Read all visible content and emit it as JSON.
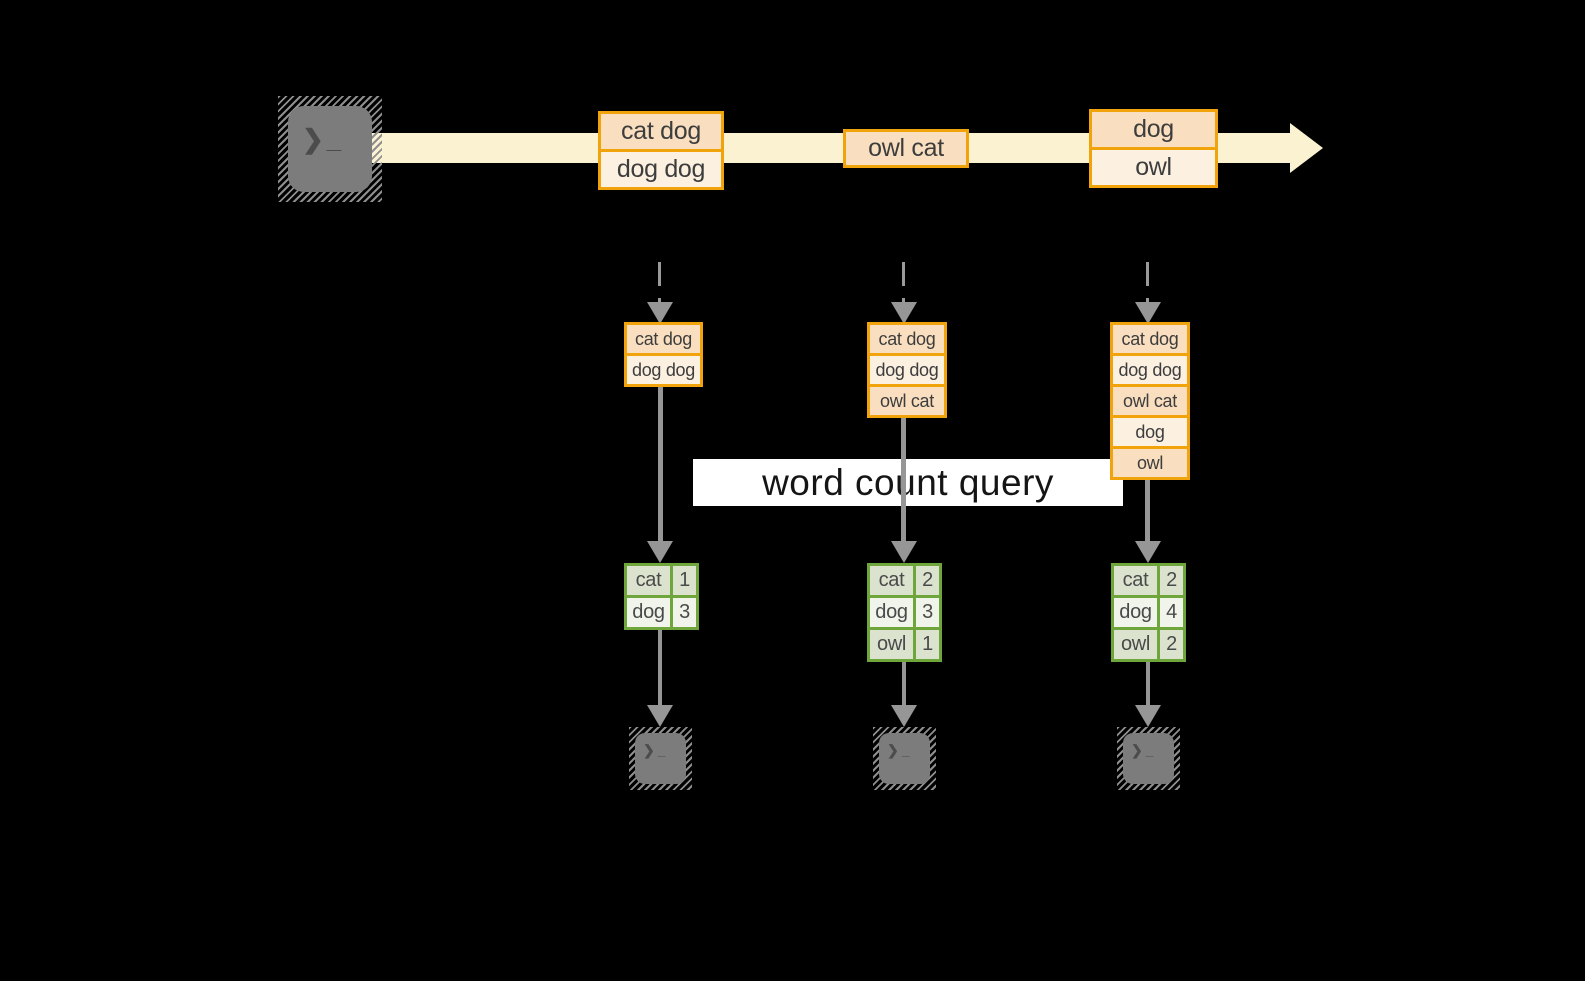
{
  "banner": {
    "label": "word count query"
  },
  "stream": {
    "events": [
      {
        "rows": [
          "cat dog",
          "dog dog"
        ]
      },
      {
        "rows": [
          "owl cat"
        ]
      },
      {
        "rows": [
          "dog",
          "owl"
        ]
      }
    ]
  },
  "workers": [
    {
      "buffer": [
        "cat dog",
        "dog dog"
      ],
      "counts": [
        {
          "word": "cat",
          "count": "1"
        },
        {
          "word": "dog",
          "count": "3"
        }
      ]
    },
    {
      "buffer": [
        "cat dog",
        "dog dog",
        "owl cat"
      ],
      "counts": [
        {
          "word": "cat",
          "count": "2"
        },
        {
          "word": "dog",
          "count": "3"
        },
        {
          "word": "owl",
          "count": "1"
        }
      ]
    },
    {
      "buffer": [
        "cat dog",
        "dog dog",
        "owl cat",
        "dog",
        "owl"
      ],
      "counts": [
        {
          "word": "cat",
          "count": "2"
        },
        {
          "word": "dog",
          "count": "4"
        },
        {
          "word": "owl",
          "count": "2"
        }
      ]
    }
  ],
  "icons": {
    "source": "terminal-icon",
    "sinks": [
      "terminal-icon",
      "terminal-icon",
      "terminal-icon"
    ]
  },
  "colors": {
    "background": "#000000",
    "stream_band": "#FBF2D2",
    "event_border": "#F0A30A",
    "event_fill_dark": "#F9DFBF",
    "event_fill_light": "#FCF0E1",
    "table_border": "#6FA63B",
    "table_fill_dark": "#DBE3CF",
    "table_fill_light": "#F0F4EB",
    "arrow_gray": "#969696",
    "terminal_gray": "#7C7C7C",
    "banner_bg": "#FFFFFF",
    "label_text": "#3D3D3D"
  }
}
